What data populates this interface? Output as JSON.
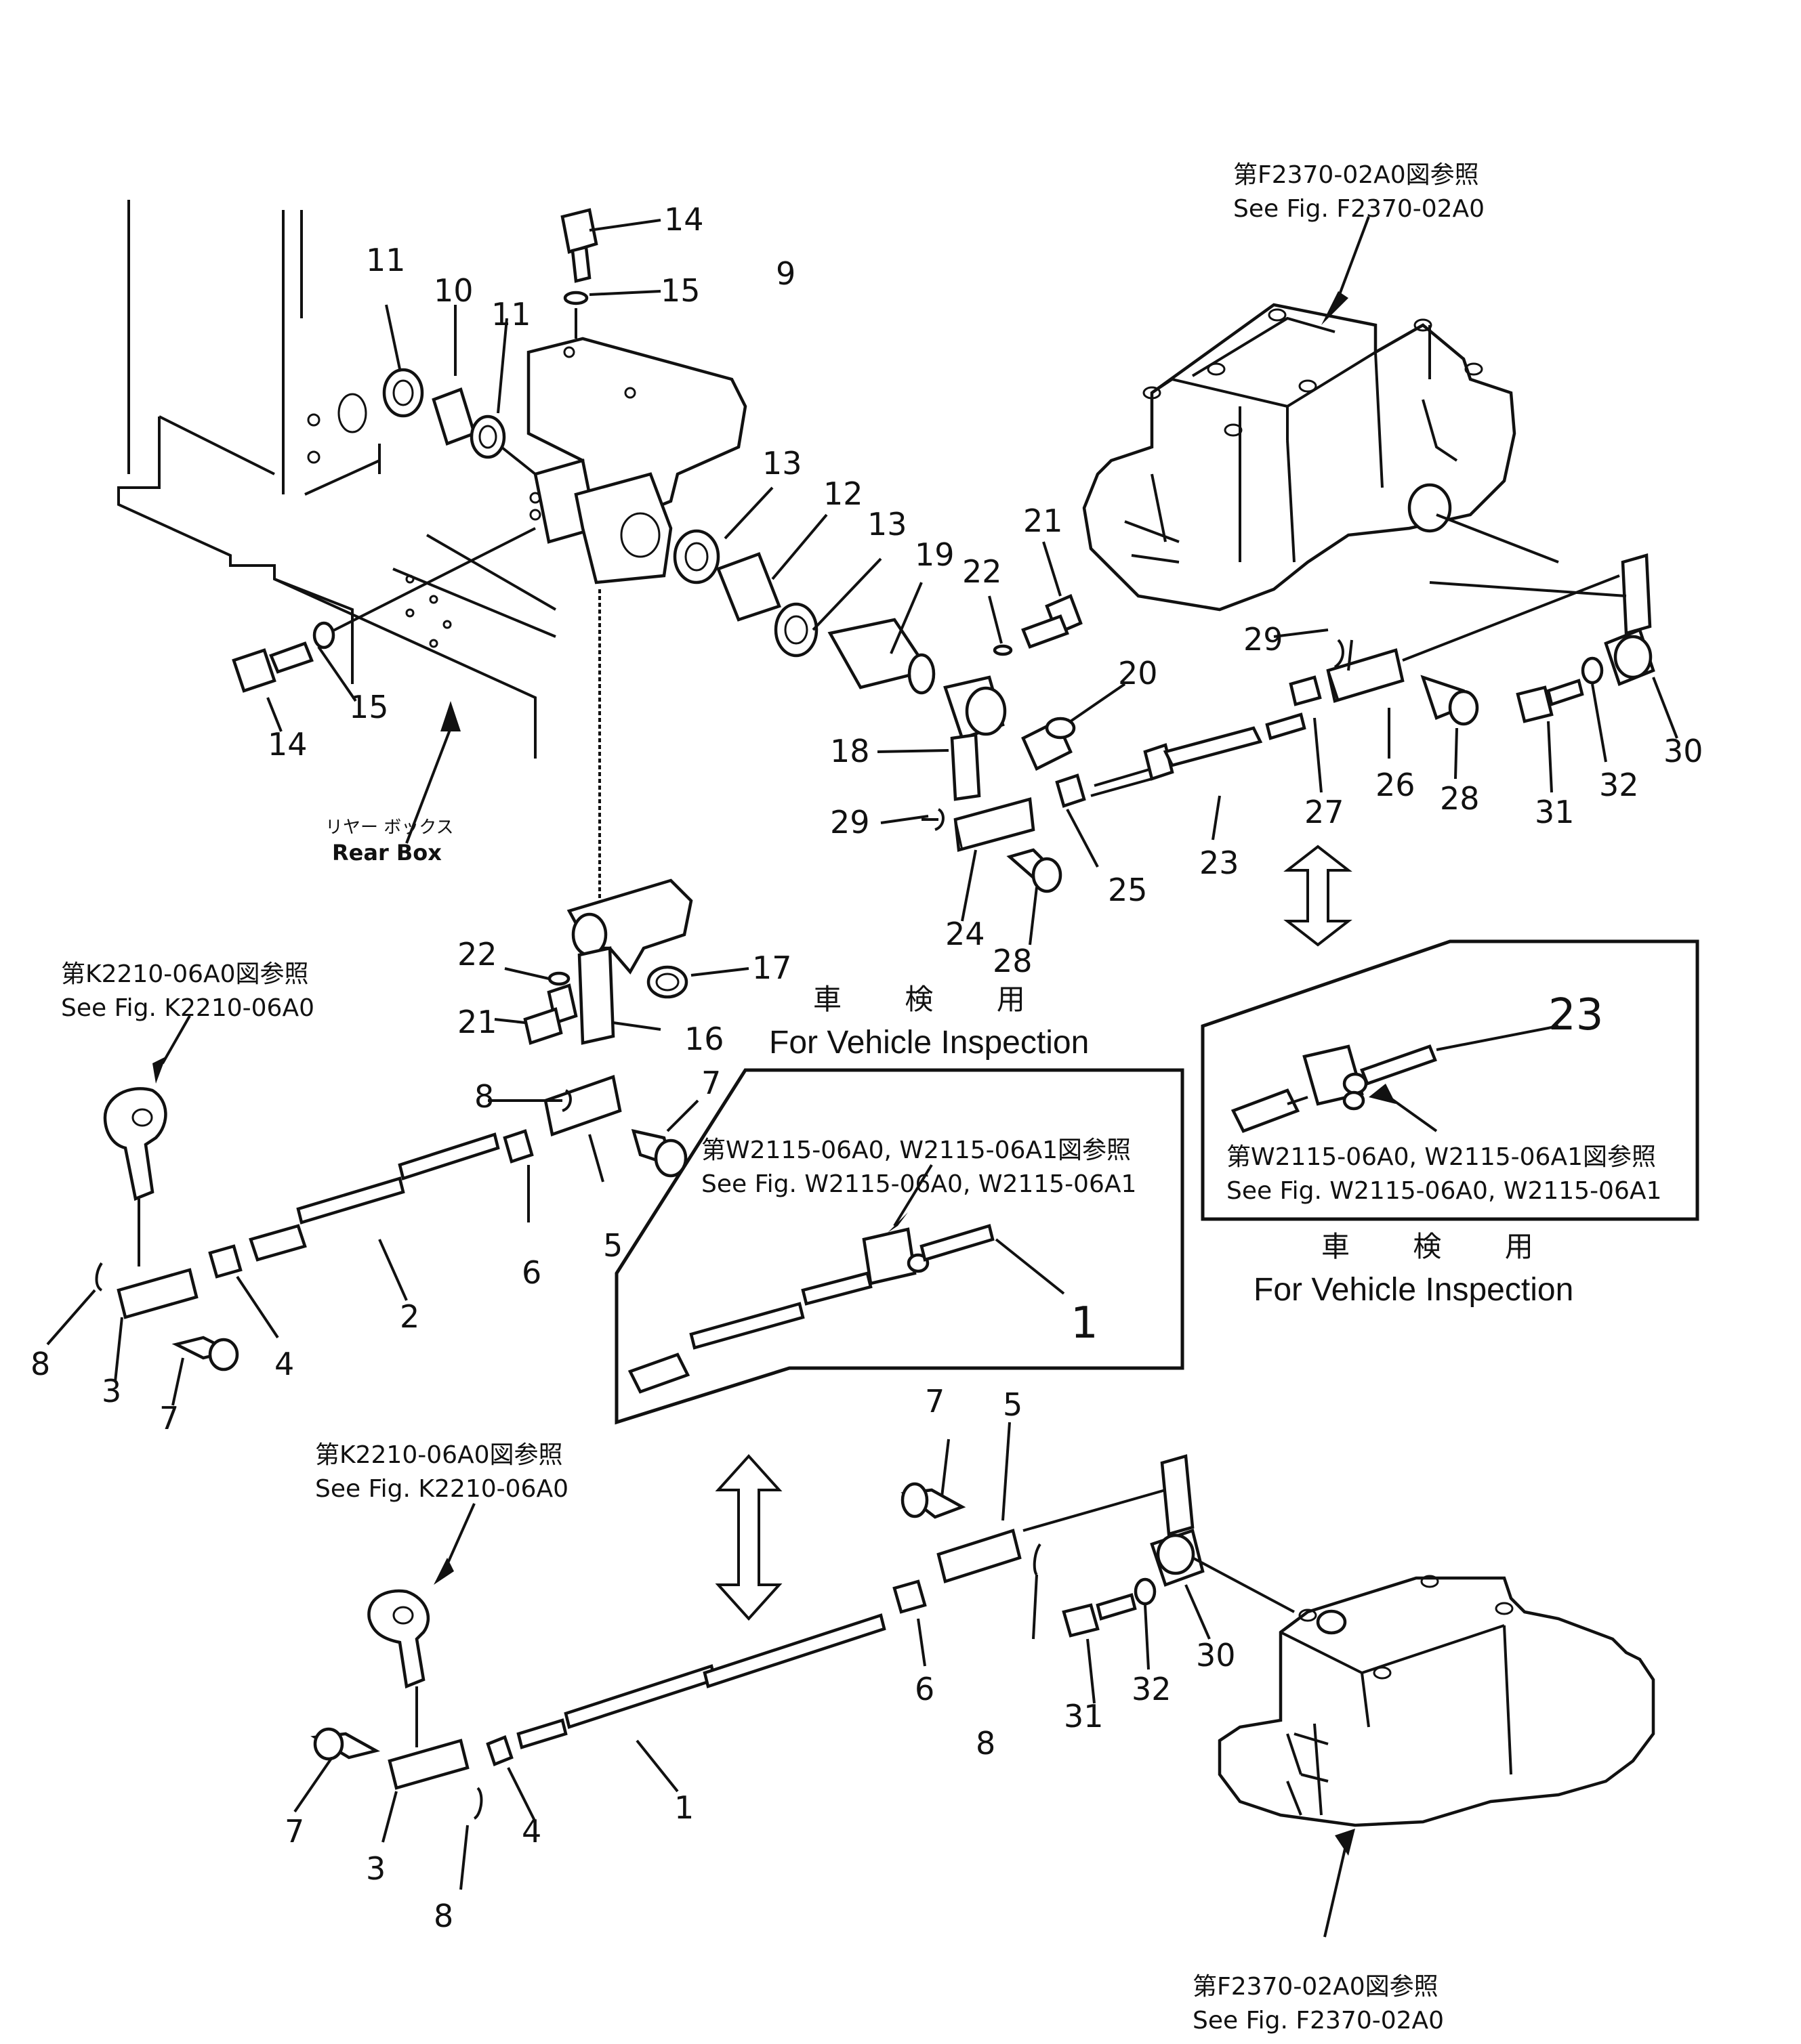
{
  "references": {
    "f2370_jp": "第F2370-02A0図参照",
    "f2370_en": "See Fig. F2370-02A0",
    "k2210_jp": "第K2210-06A0図参照",
    "k2210_en": "See Fig. K2210-06A0",
    "w2115_jp": "第W2115-06A0, W2115-06A1図参照",
    "w2115_en": "See Fig. W2115-06A0, W2115-06A1"
  },
  "rear_box": {
    "jp": "リヤー ボックス",
    "en": "Rear Box"
  },
  "vehicle_inspection": {
    "jp": "車 検 用",
    "en": "For Vehicle Inspection"
  },
  "parts": {
    "p1": "1",
    "p2": "2",
    "p3": "3",
    "p4": "4",
    "p5": "5",
    "p6": "6",
    "p7": "7",
    "p8": "8",
    "p9": "9",
    "p10": "10",
    "p11": "11",
    "p12": "12",
    "p13": "13",
    "p14": "14",
    "p15": "15",
    "p16": "16",
    "p17": "17",
    "p18": "18",
    "p19": "19",
    "p20": "20",
    "p21": "21",
    "p22": "22",
    "p23": "23",
    "p24": "24",
    "p25": "25",
    "p26": "26",
    "p27": "27",
    "p28": "28",
    "p29": "29",
    "p30": "30",
    "p31": "31",
    "p32": "32"
  }
}
